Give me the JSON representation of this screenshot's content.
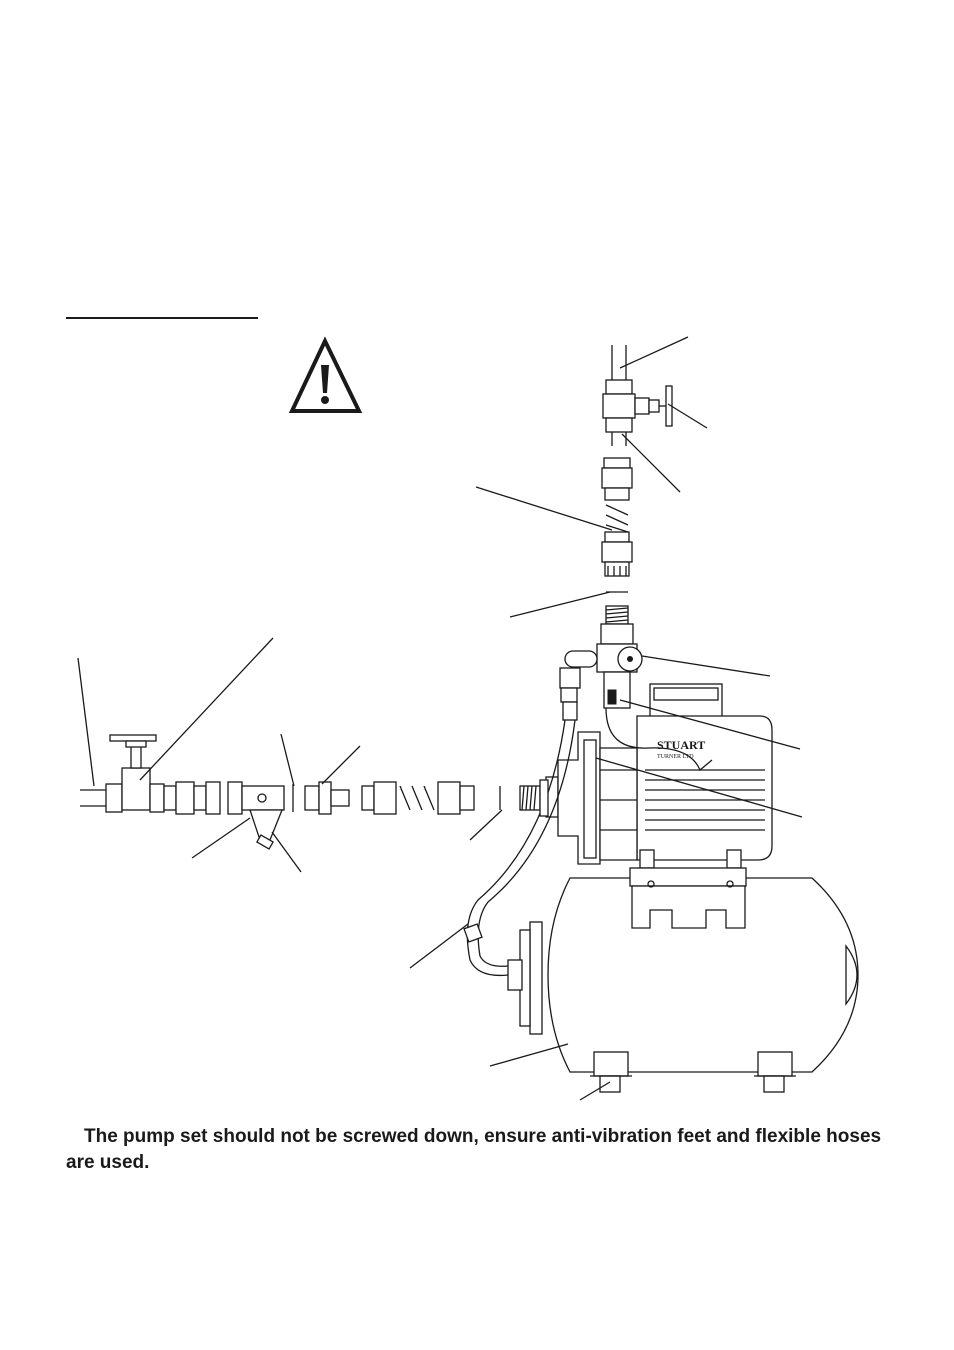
{
  "note": {
    "text": "The pump set should not be screwed down, ensure anti-vibration feet and flexible hoses are used."
  },
  "brand_plate": {
    "line1": "STUART",
    "line2": "TURNER LTD"
  },
  "colors": {
    "ink": "#1a1a1a",
    "background": "#ffffff"
  },
  "icons": {
    "warning": "warning-triangle-icon"
  }
}
